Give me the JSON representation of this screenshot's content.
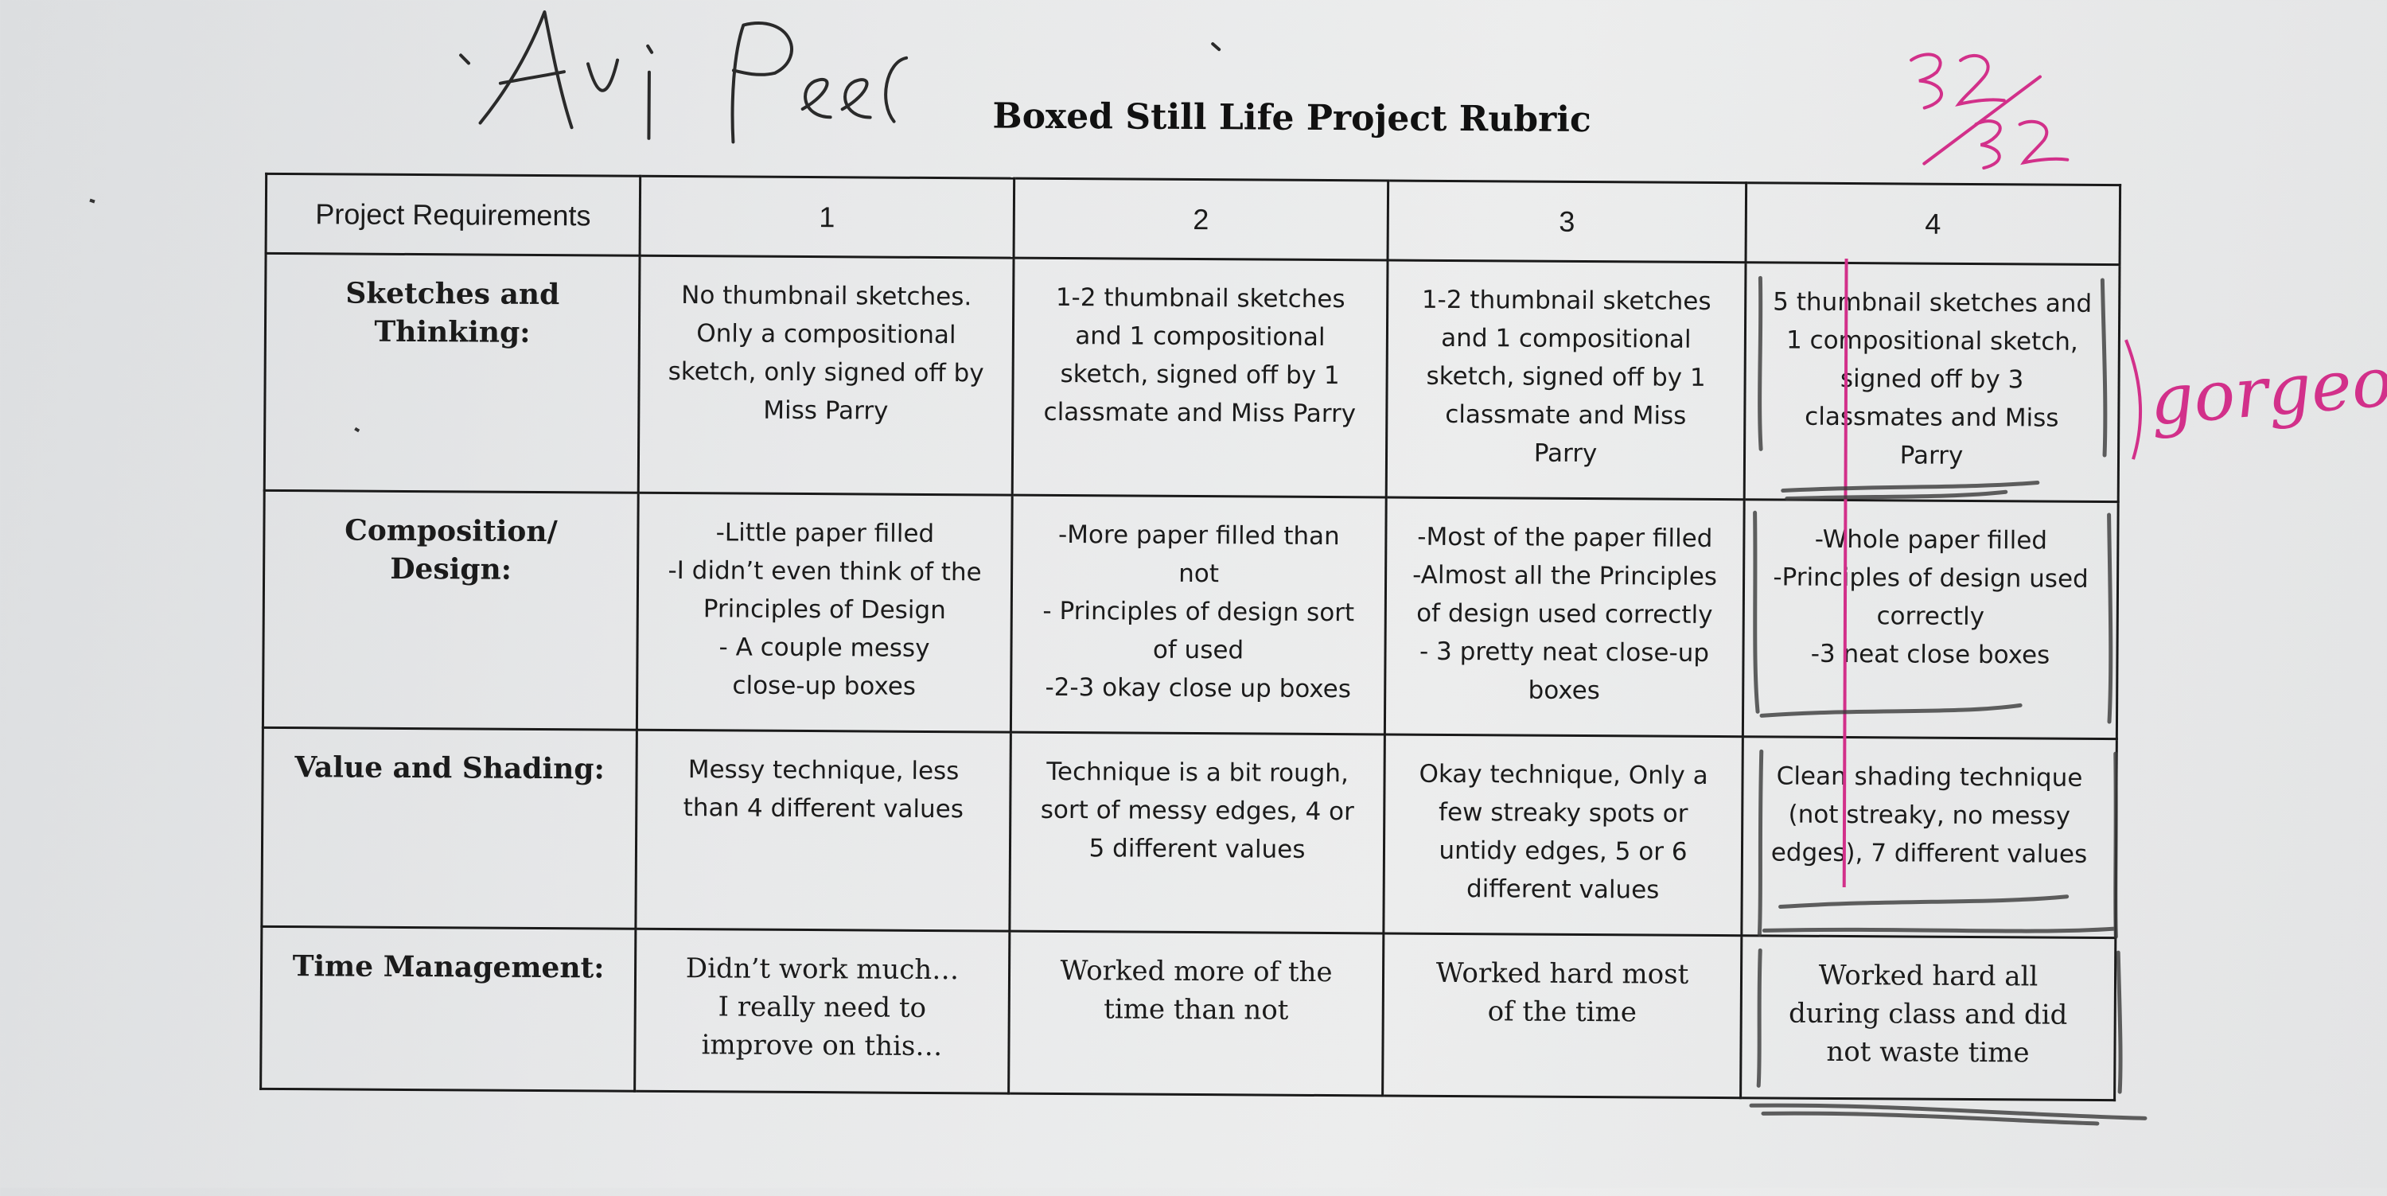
{
  "document": {
    "title": "Boxed Still Life Project Rubric"
  },
  "rubric": {
    "headers": [
      "Project Requirements",
      "1",
      "2",
      "3",
      "4"
    ],
    "rows": [
      {
        "requirement": [
          "Sketches and",
          "Thinking:"
        ],
        "cells": [
          [
            "No thumbnail sketches.",
            "Only a compositional",
            "sketch, only signed off by",
            "Miss Parry"
          ],
          [
            "1-2 thumbnail sketches",
            "and 1 compositional",
            "sketch, signed off by 1",
            "classmate and Miss Parry"
          ],
          [
            "1-2 thumbnail sketches",
            "and 1 compositional",
            "sketch, signed off by 1",
            "classmate and Miss",
            "Parry"
          ],
          [
            "5 thumbnail sketches and",
            "1 compositional sketch,",
            "signed off by 3",
            "classmates and Miss",
            "Parry"
          ]
        ]
      },
      {
        "requirement": [
          "Composition/",
          "Design:"
        ],
        "cells": [
          [
            "-Little paper filled",
            "-I didn’t even think of the",
            "Principles of Design",
            "- A couple messy",
            "close-up boxes"
          ],
          [
            "-More paper filled than",
            "not",
            "- Principles of design sort",
            "of used",
            "-2-3 okay close up boxes"
          ],
          [
            "-Most of the paper filled",
            "-Almost all the Principles",
            "of design used correctly",
            "- 3 pretty neat close-up",
            "boxes"
          ],
          [
            "-Whole paper filled",
            "-Principles of design used",
            "correctly",
            "-3 neat close boxes"
          ]
        ]
      },
      {
        "requirement": [
          "Value and Shading:"
        ],
        "cells": [
          [
            "Messy technique, less",
            "than 4 different values"
          ],
          [
            "Technique is a bit rough,",
            "sort of messy edges, 4 or",
            "5 different values"
          ],
          [
            "Okay technique, Only a",
            "few streaky spots or",
            "untidy edges, 5 or 6",
            "different values"
          ],
          [
            "Clean shading technique",
            "(not streaky, no messy",
            "edges), 7 different values"
          ]
        ]
      },
      {
        "requirement": [
          "Time Management:"
        ],
        "cells": [
          [
            "Didn’t work much…",
            "I really need to",
            "improve on this…"
          ],
          [
            "Worked more of the",
            "time than not"
          ],
          [
            "Worked hard most",
            "of the time"
          ],
          [
            "Worked hard all",
            "during class and did",
            "not waste time"
          ]
        ]
      }
    ]
  },
  "annotations": {
    "comment": "gorgeous!",
    "ink_color": "#d2308a",
    "pencil_color": "#3a3a3a"
  },
  "signature": {
    "name": "Avi Peel"
  },
  "score": {
    "earned": "32",
    "total": "32"
  }
}
